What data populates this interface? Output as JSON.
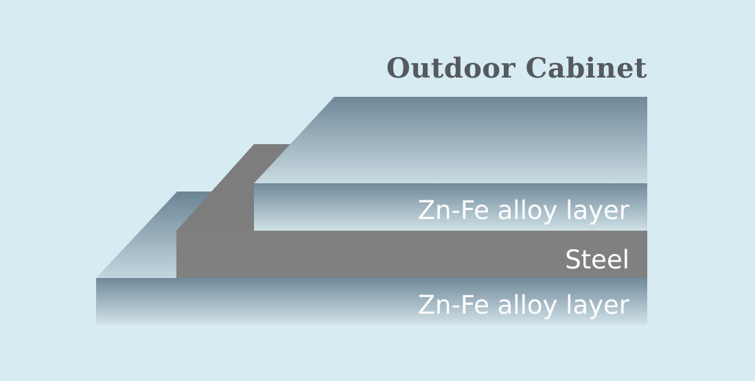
{
  "diagram": {
    "title": "Outdoor Cabinet",
    "layers": [
      {
        "label": "Zn-Fe alloy layer",
        "material": "zn-fe-alloy",
        "position": "top"
      },
      {
        "label": "Steel",
        "material": "steel",
        "position": "middle"
      },
      {
        "label": "Zn-Fe alloy layer",
        "material": "zn-fe-alloy",
        "position": "bottom"
      }
    ],
    "colors": {
      "background": "#d7ebf2",
      "alloy_dark": "#6b8494",
      "alloy_light": "#d4e3e9",
      "steel": "#7f7f7f",
      "title": "#555a5f",
      "label": "#ffffff"
    }
  }
}
